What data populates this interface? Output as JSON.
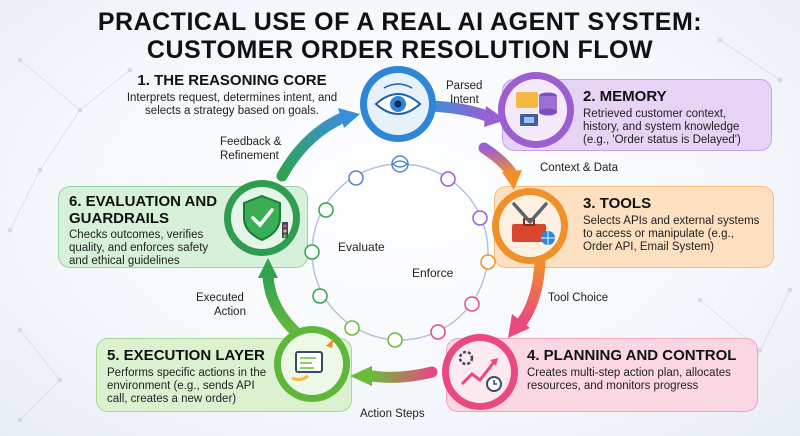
{
  "title_line1": "PRACTICAL USE OF A REAL AI AGENT SYSTEM:",
  "title_line2": "CUSTOMER ORDER RESOLUTION FLOW",
  "nodes": {
    "reasoning": {
      "title": "1. THE REASONING CORE",
      "desc": "Interprets request, determines intent, and selects a strategy based on goals.",
      "color": "#2f86d4"
    },
    "memory": {
      "title": "2. MEMORY",
      "desc": "Retrieved customer context, history, and system knowledge (e.g., 'Order status is Delayed')",
      "color": "#9b5fd0"
    },
    "tools": {
      "title": "3. TOOLS",
      "desc": "Selects APIs and external systems to access or manipulate (e.g., Order API, Email System)",
      "color": "#f0902a"
    },
    "planning": {
      "title": "4. PLANNING AND CONTROL",
      "desc": "Creates multi-step action plan, allocates resources, and monitors progress",
      "color": "#e9497f"
    },
    "execution": {
      "title": "5. EXECUTION LAYER",
      "desc": "Performs specific actions in the environment (e.g., sends API call, creates a new order)",
      "color": "#5eb63a"
    },
    "evaluation": {
      "title_line1": "6. EVALUATION AND",
      "title_line2": "GUARDRAILS",
      "desc": "Checks outcomes, verifies quality, and enforces safety and ethical guidelines",
      "color": "#2e9e4e"
    }
  },
  "flows": {
    "parsed_intent_line1": "Parsed",
    "parsed_intent_line2": "Intent",
    "context_data": "Context & Data",
    "tool_choice": "Tool Choice",
    "action_steps": "Action Steps",
    "executed_action_line1": "Executed",
    "executed_action_line2": "Action",
    "feedback_line1": "Feedback &",
    "feedback_line2": "Refinement"
  },
  "inner_ring": {
    "evaluate": "Evaluate",
    "enforce": "Enforce"
  }
}
